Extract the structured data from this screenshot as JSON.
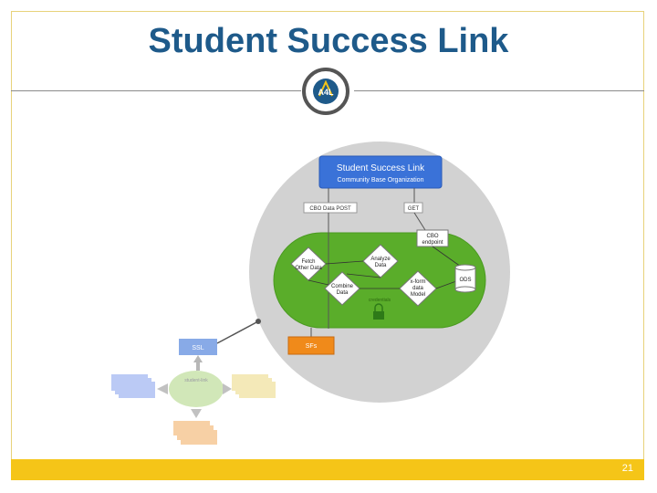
{
  "slide": {
    "title": "Student Success Link",
    "page_number": "21",
    "logo_text": "A4L"
  },
  "diagram": {
    "header_title": "Student Success Link",
    "header_subtitle": "Community Base Organization",
    "cbo_post_label": "CBO Data POST",
    "get_label": "GET",
    "cbo_endpoint_line1": "CBO",
    "cbo_endpoint_line2": "endpoint",
    "fetch_line1": "Fetch",
    "fetch_line2": "Other Data",
    "analyze_line1": "Analyze",
    "analyze_line2": "Data",
    "combine_line1": "Combine",
    "combine_line2": "Data",
    "xform_line1": "x-form",
    "xform_line2": "data",
    "xform_line3": "Model",
    "ods_label": "ODS",
    "credentials_label": "credentials",
    "ssl_label": "SSL",
    "sfs_label": "SFs",
    "hub_label": "student-link"
  },
  "colors": {
    "title": "#1e5a8a",
    "footer": "#f5c518",
    "blue_box": "#3a72d8",
    "green_oval": "#5aad2a",
    "gray_circle": "#d2d2d2",
    "orange_box": "#f08a1a"
  }
}
